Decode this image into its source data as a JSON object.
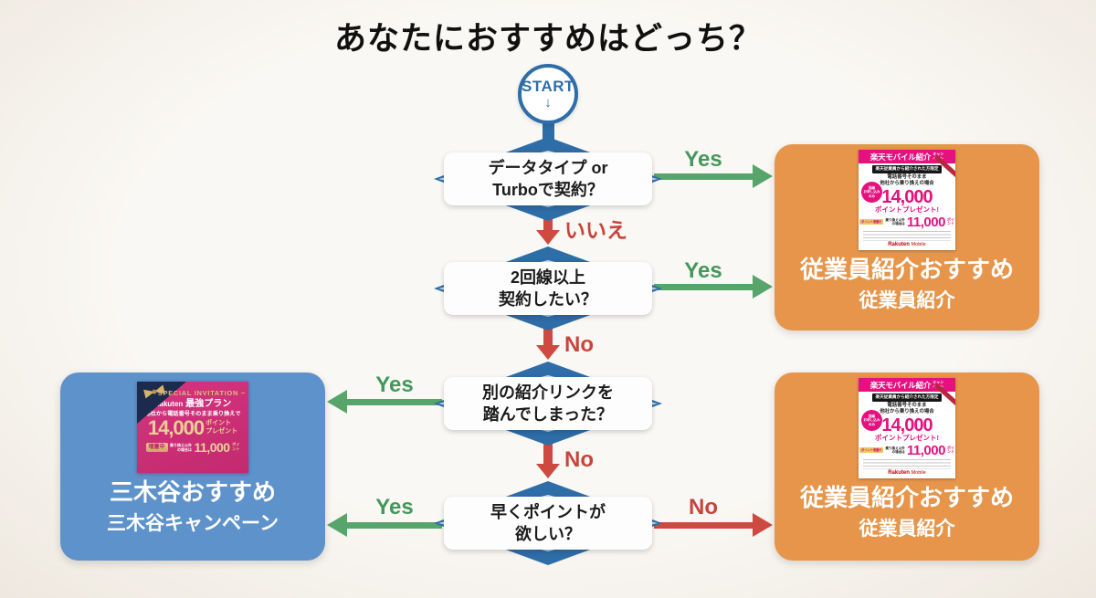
{
  "title": "あなたにおすすめはどっち？",
  "start": {
    "label": "START",
    "arrow": "↓"
  },
  "flow": {
    "d1": {
      "line1": "データタイプ or",
      "line2": "Turboで契約？"
    },
    "d2": {
      "line1": "2回線以上",
      "line2": "契約したい？"
    },
    "d3": {
      "line1": "別の紹介リンクを",
      "line2": "踏んでしまった？"
    },
    "d4": {
      "line1": "早くポイントが",
      "line2": "欲しい？"
    },
    "labels": {
      "yes1": "Yes",
      "yes2": "Yes",
      "yes3": "Yes",
      "yes4": "Yes",
      "no1": "いいえ",
      "no2": "No",
      "no3": "No",
      "no4": "No"
    }
  },
  "employee_box": {
    "title": "従業員紹介おすすめ",
    "subtitle": "従業員紹介"
  },
  "employee_promo": {
    "header": "楽天モバイル紹介",
    "header_small1": "キャン",
    "header_small2": "ペーン",
    "limited": "楽天従業員から紹介された方限定",
    "cond1": "電話番号そのまま",
    "cond2": "他社から乗り換えの場合",
    "badge1": "回線",
    "badge2": "お申し込み",
    "badge3": "のみ",
    "points": "14,000",
    "points_label": "ポイントプレゼント!",
    "tag": "ポイント増量中",
    "alt1": "乗り換え以外",
    "alt2": "の場合は",
    "alt_points": "11,000",
    "alt_unit1": "ポイ",
    "alt_unit2": "ント",
    "logo1": "Rakuten",
    "logo2": "Mobile"
  },
  "mikitani_box": {
    "title": "三木谷おすすめ",
    "subtitle": "三木谷キャンペーン"
  },
  "mikitani_promo": {
    "eyebrow": "SPECIAL INVITATION",
    "brand": "Rakuten",
    "plan": "最強プラン",
    "cond": "他社から電話番号そのまま乗り換えで",
    "points": "14,000",
    "unit1": "ポイント",
    "unit2": "プレゼント",
    "tag": "増量中",
    "alt1": "乗り換え以外",
    "alt2": "の場合は",
    "alt_points": "11,000",
    "alt_unit1": "ポイ",
    "alt_unit2": "ント"
  },
  "colors": {
    "flow_blue": "#2e6da8",
    "diamond_fill": "#bcd5e9",
    "yes_green": "#57a56a",
    "no_red": "#ce4a41",
    "employee_orange": "#e6954a",
    "mikitani_blue": "#5e92cb",
    "rakuten_magenta": "#e5117f",
    "mikitani_pink": "#c22a6e",
    "gold": "#e2bd7c"
  }
}
